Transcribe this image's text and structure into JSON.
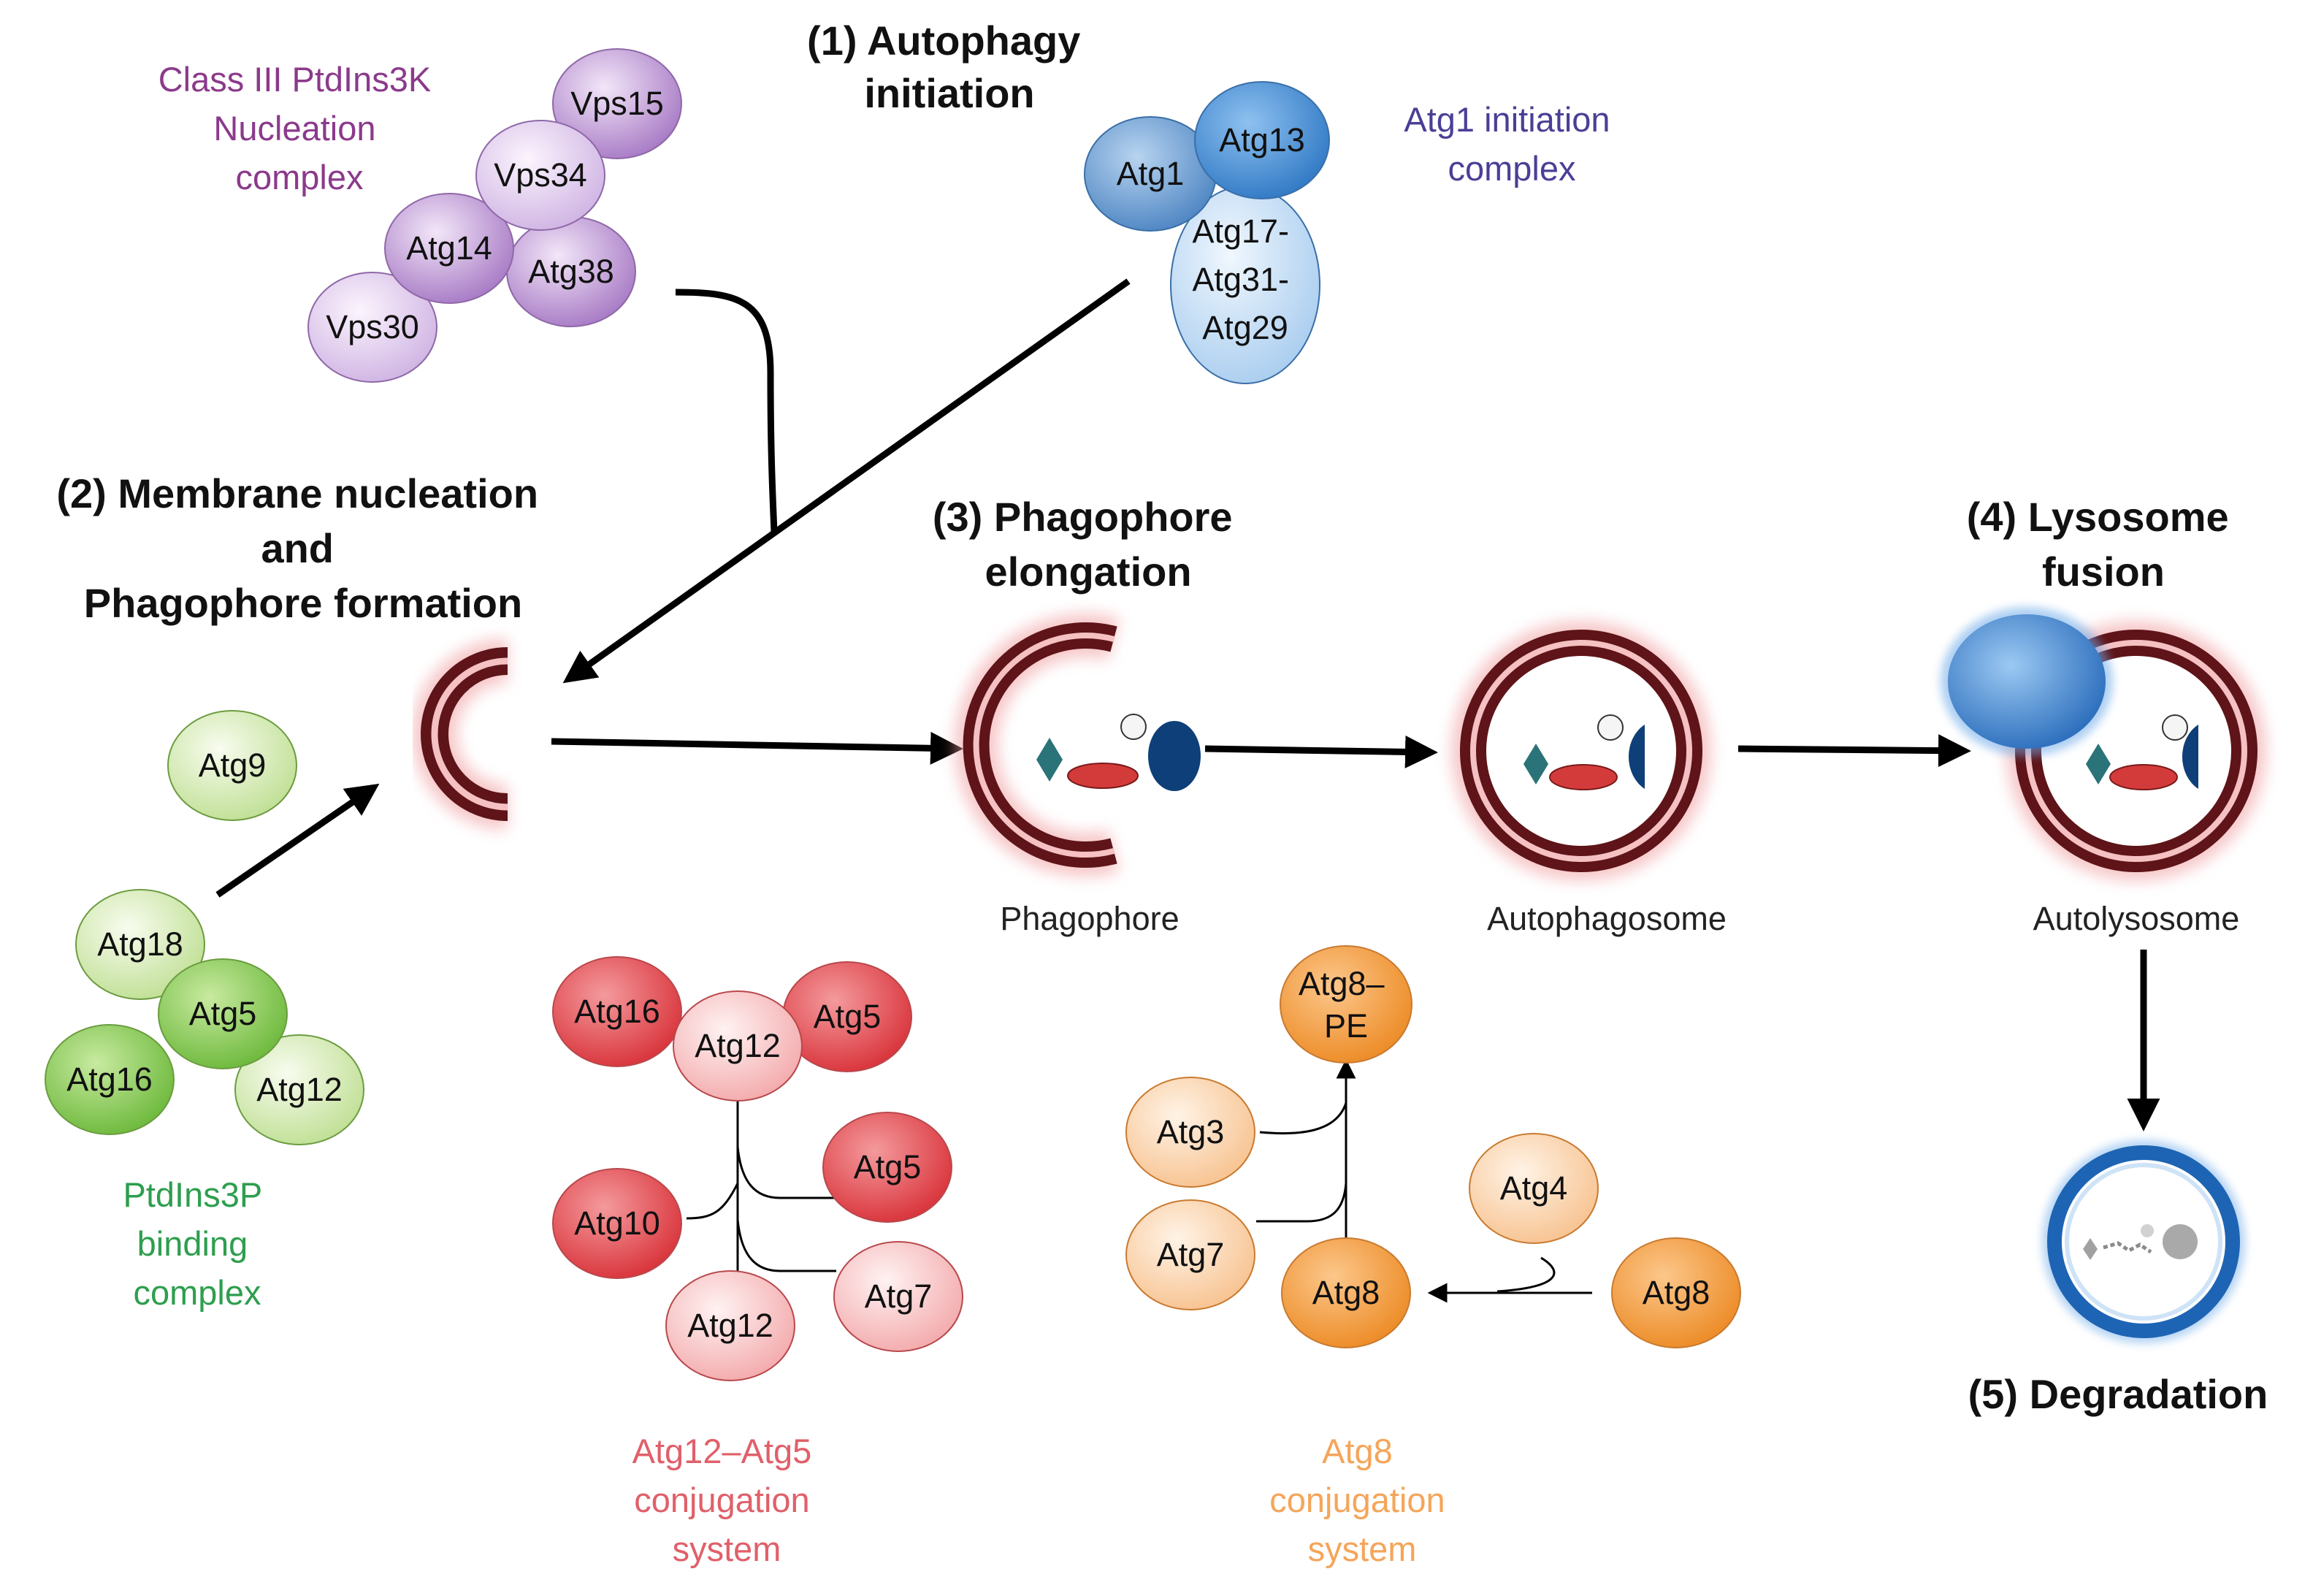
{
  "stages": {
    "s1": [
      "(1) Autophagy",
      "initiation"
    ],
    "s2": [
      "(2) Membrane nucleation",
      "and",
      "Phagophore formation"
    ],
    "s3": [
      "(3) Phagophore",
      "elongation"
    ],
    "s4": [
      "(4) Lysosome",
      "fusion"
    ],
    "s5": [
      "(5) Degradation"
    ]
  },
  "groups": {
    "pi3k": {
      "lines": [
        "Class III PtdIns3K",
        "Nucleation",
        "complex"
      ],
      "color": "#8b3a8b"
    },
    "atg1": {
      "lines": [
        "Atg1 initiation",
        "complex"
      ],
      "color": "#4a3f96"
    },
    "ptdins3p": {
      "lines": [
        "PtdIns3P",
        "binding",
        "complex"
      ],
      "color": "#2e9e4f"
    },
    "atg12": {
      "lines": [
        "Atg12–Atg5",
        "conjugation",
        "system"
      ],
      "color": "#e0606a"
    },
    "atg8": {
      "lines": [
        "Atg8",
        "conjugation",
        "system"
      ],
      "color": "#f5a55a"
    }
  },
  "structures": {
    "phagophore": "Phagophore",
    "autophagosome": "Autophagosome",
    "autolysosome": "Autolysosome"
  },
  "proteins": {
    "vps15": "Vps15",
    "vps34": "Vps34",
    "atg14": "Atg14",
    "atg38": "Atg38",
    "vps30": "Vps30",
    "atg1": "Atg1",
    "atg13": "Atg13",
    "atg17": [
      "Atg17-",
      "Atg31-",
      "Atg29"
    ],
    "atg9": "Atg9",
    "atg18": "Atg18",
    "atg5_g": "Atg5",
    "atg16_g": "Atg16",
    "atg12_g": "Atg12",
    "atg16_r": "Atg16",
    "atg12_top": "Atg12",
    "atg5_top": "Atg5",
    "atg5_mid": "Atg5",
    "atg10": "Atg10",
    "atg12_bot": "Atg12",
    "atg7_r": "Atg7",
    "atg8pe": [
      "Atg8–",
      "PE"
    ],
    "atg3": "Atg3",
    "atg7_o": "Atg7",
    "atg8_mid": "Atg8",
    "atg4": "Atg4",
    "atg8_right": "Atg8"
  },
  "colors": {
    "purple": "#c9a8dd",
    "blue_dark": "#5c9ad0",
    "blue_mid": "#3f8fd6",
    "blue_light": "#bcd8f2",
    "green_light": "#d6ebb4",
    "green": "#8fcf5a",
    "red": "#e2484e",
    "pink": "#f6c3c4",
    "orange": "#f19a3a",
    "peach": "#fbd2ad",
    "membrane": "#5e1418",
    "cargo_blue": "#0e3f78",
    "cargo_red": "#d33b3b",
    "cargo_teal": "#2a7378",
    "lysosome": "#3a7fcf"
  }
}
